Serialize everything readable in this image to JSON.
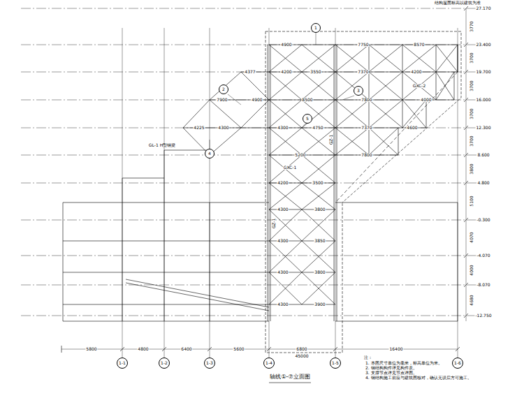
{
  "diagram": {
    "title": "轴线①-⑦立面图",
    "nodes": [
      {
        "text": [
          "1-1"
        ]
      },
      {
        "text": [
          "1-2"
        ]
      },
      {
        "text": [
          "1-3"
        ]
      },
      {
        "text": [
          "1-4"
        ]
      },
      {
        "text": [
          "1-5"
        ]
      },
      {
        "text": [
          "1-6"
        ]
      },
      {
        "text": [
          "1"
        ]
      },
      {
        "text": [
          "2"
        ]
      },
      {
        "text": [
          "3"
        ]
      },
      {
        "text": [
          "4"
        ]
      },
      {
        "text": [
          "5"
        ]
      }
    ],
    "labels": [
      "27.170",
      "23.400",
      "19.700",
      "16.000",
      "12.300",
      "8.600",
      "4.800",
      "-0.300",
      "-4.070",
      "-8.070",
      "-12.750",
      "3770",
      "3700",
      "3700",
      "3700",
      "3700",
      "3800",
      "5100",
      "4070",
      "4000",
      "4680",
      "4900",
      "7750",
      "8570",
      "4377",
      "4200",
      "3550",
      "7370",
      "4200",
      "7900",
      "4900",
      "8500",
      "7800",
      "4000",
      "4225",
      "4300",
      "4300",
      "4750",
      "7370",
      "4600",
      "5200",
      "7800",
      "4200",
      "3500",
      "4300",
      "3800",
      "4300",
      "3850",
      "4300",
      "3800",
      "4300",
      "3900",
      "5800",
      "4800",
      "6400",
      "5600",
      "6800",
      "16400",
      "45000",
      "GZ-1",
      "GZ-1",
      "GXC-1",
      "GXC-2",
      "GL-1 H型钢梁",
      "结构屋面标高以建筑为准",
      "注：",
      "1. 本图尺寸单位为毫米，标高单位为米。",
      "2. 钢结构构件详见构件表。",
      "3. 支撑节点详见节点详图。",
      "4. 钢结构施工前应与建筑图核对，确认无误后方可施工。"
    ]
  }
}
